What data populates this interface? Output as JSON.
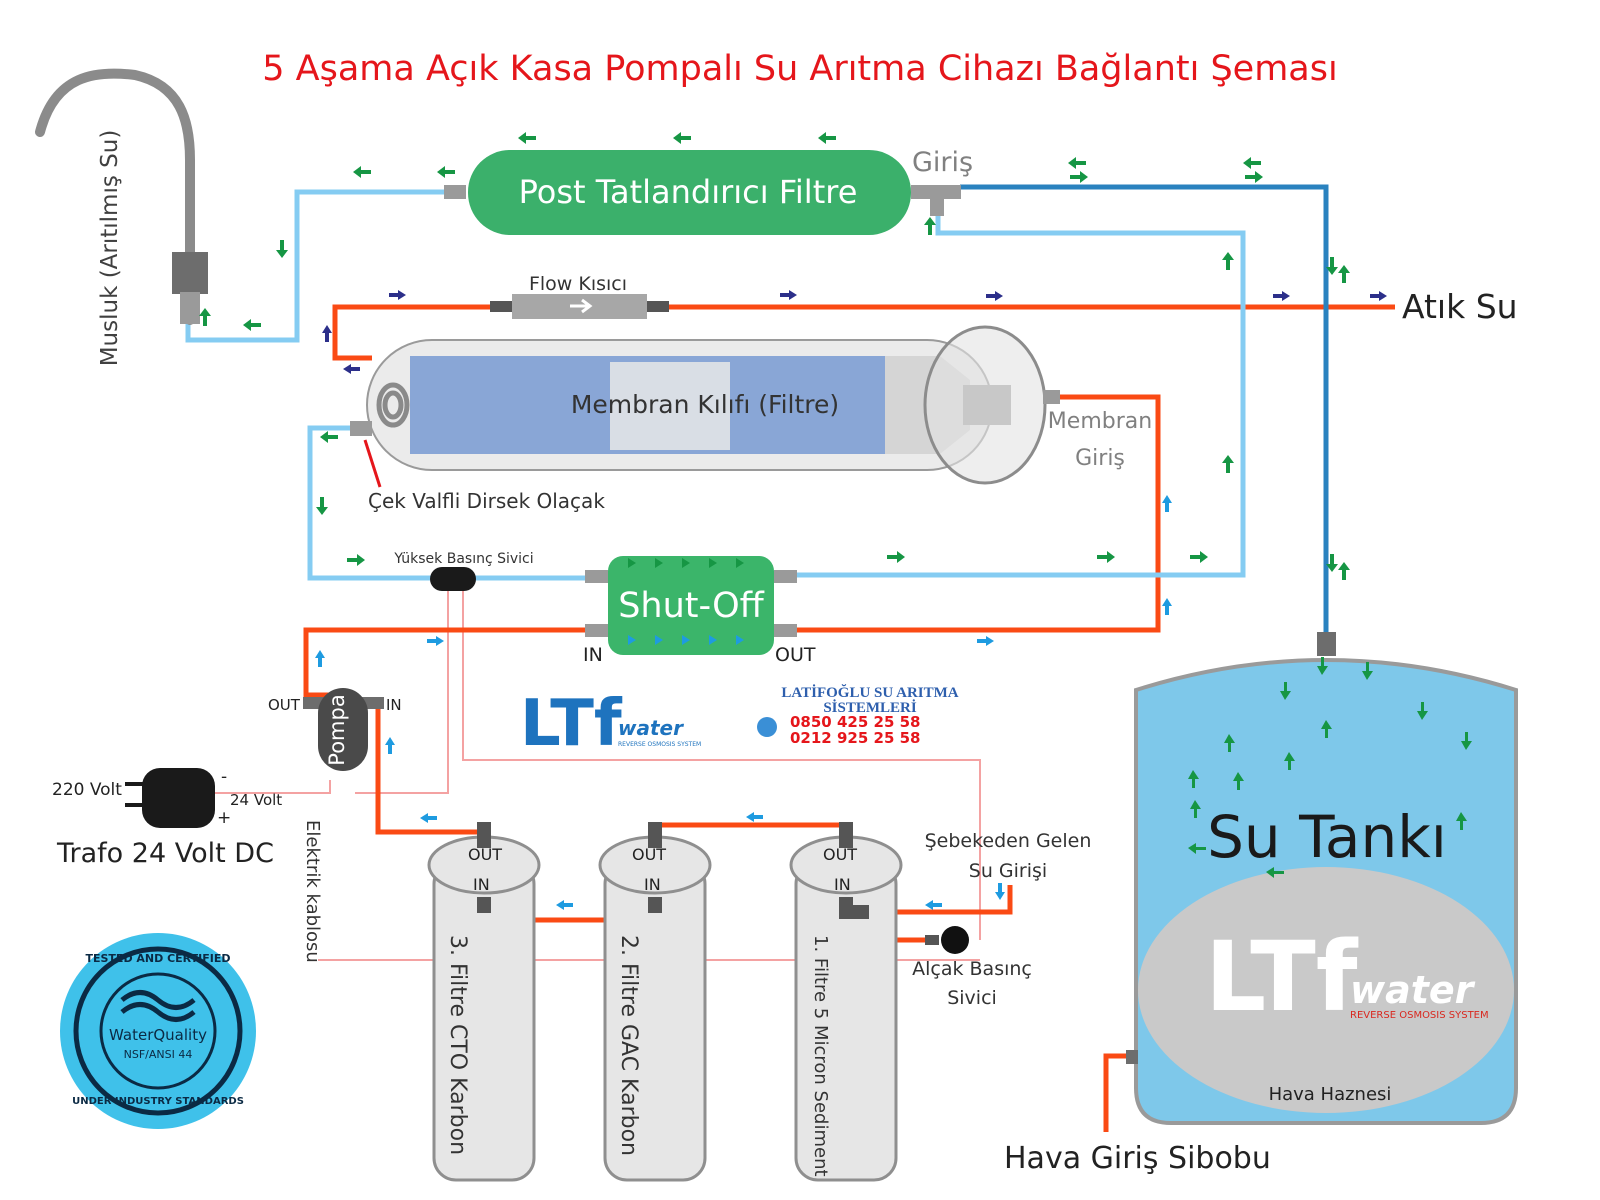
{
  "title": "5 Aşama Açık Kasa Pompalı Su Arıtma Cihazı Bağlantı Şeması",
  "colors": {
    "title": "#e5161b",
    "raw_pipe": "#fa4a14",
    "pure_pipe": "#85ccf2",
    "tank_pipe": "#2a82bf",
    "post_filter": "#3bb06b",
    "shutoff": "#3bb56a",
    "tank": "#7ec8ea",
    "arrow_green": "#169644",
    "arrow_blue": "#1e9be0",
    "arrow_navy": "#2c2f8a",
    "signal_wire": "#f4a2a2"
  },
  "labels": {
    "faucet": "Musluk (Arıtılmış Su)",
    "post_filter": "Post Tatlandırıcı Filtre",
    "inlet": "Giriş",
    "flow_restrictor": "Flow Kısıcı",
    "waste_water": "Atık Su",
    "membrane": "Membran Kılıfı (Filtre)",
    "membrane_inlet_1": "Membran",
    "membrane_inlet_2": "Giriş",
    "check_valve": "Çek Valfli Dirsek Olaçak",
    "high_pressure": "Yüksek Basınç Sivici",
    "shutoff": "Shut-Off",
    "in": "IN",
    "out": "OUT",
    "pump": "Pompa",
    "volt_220": "220 Volt",
    "volt_24": "24 Volt",
    "minus": "-",
    "plus": "+",
    "transformer": "Trafo 24 Volt DC",
    "cable": "Elektrik kablosu",
    "mains_1": "Şebekeden Gelen",
    "mains_2": "Su Girişi",
    "low_pressure_1": "Alçak Basınç",
    "low_pressure_2": "Sivici",
    "tank": "Su Tankı",
    "air_chamber": "Hava Haznesi",
    "air_valve": "Hava Giriş Sibobu",
    "filter_1": "1. Filtre 5 Micron Sediment",
    "filter_2": "2. Filtre GAC Karbon",
    "filter_3": "3. Filtre CTO Karbon"
  },
  "company": {
    "name_1": "LATİFOĞLU SU ARITMA",
    "name_2": "SİSTEMLERİ",
    "phone_1": "0850 425 25 58",
    "phone_2": "0212 925 25 58",
    "logo_text": "LTf",
    "logo_sub": "water",
    "logo_tag": "REVERSE OSMOSIS SYSTEM"
  },
  "badge": {
    "top": "TESTED AND CERTIFIED",
    "bottom": "UNDER INDUSTRY STANDARDS",
    "brand": "WaterQuality",
    "standard": "NSF/ANSI 44"
  }
}
